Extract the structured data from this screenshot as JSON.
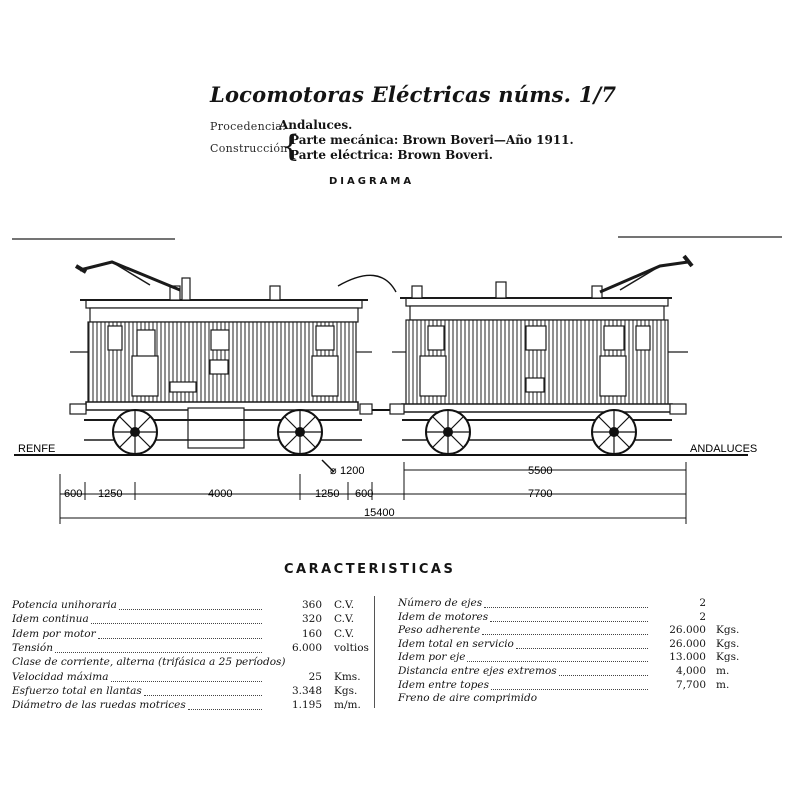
{
  "header": {
    "title": "Locomotoras Eléctricas núms. 1/7",
    "procedencia_label": "Procedencia:",
    "procedencia_value": "Andaluces.",
    "construccion_label": "Construcción",
    "parte_mecanica": "Parte mecánica: Brown Boveri—Año 1911.",
    "parte_electrica": "Parte eléctrica: Brown Boveri."
  },
  "diagram": {
    "heading": "DIAGRAMA",
    "label_left": "RENFE",
    "label_right": "ANDALUCES",
    "wheel_diameter": "1200",
    "dim_top": "5500",
    "dims_left": [
      "600",
      "1250",
      "4000",
      "1250",
      "600"
    ],
    "dim_right": "7700",
    "dim_total": "15400"
  },
  "characteristics": {
    "heading": "CARACTERISTICAS",
    "left": [
      {
        "label": "Potencia unihoraria",
        "value": "360",
        "unit": "C.V."
      },
      {
        "label": "Idem continua",
        "value": "320",
        "unit": "C.V."
      },
      {
        "label": "Idem por motor",
        "value": "160",
        "unit": "C.V."
      },
      {
        "label": "Tensión",
        "value": "6.000",
        "unit": "voltios"
      },
      {
        "label": "Clase de corriente, alterna (trifásica a 25 períodos)",
        "value": "",
        "unit": ""
      },
      {
        "label": "Velocidad máxima",
        "value": "25",
        "unit": "Kms."
      },
      {
        "label": "Esfuerzo total en llantas",
        "value": "3.348",
        "unit": "Kgs."
      },
      {
        "label": "Diámetro de las ruedas motrices",
        "value": "1.195",
        "unit": "m/m."
      }
    ],
    "right": [
      {
        "label": "Número de ejes",
        "value": "2",
        "unit": ""
      },
      {
        "label": "Idem de motores",
        "value": "2",
        "unit": ""
      },
      {
        "label": "Peso adherente",
        "value": "26.000",
        "unit": "Kgs."
      },
      {
        "label": "Idem total en servicio",
        "value": "26.000",
        "unit": "Kgs."
      },
      {
        "label": "Idem por eje",
        "value": "13.000",
        "unit": "Kgs."
      },
      {
        "label": "Distancia entre ejes extremos",
        "value": "4,000",
        "unit": "m."
      },
      {
        "label": "Idem entre topes",
        "value": "7,700",
        "unit": "m."
      },
      {
        "label": "Freno de aire comprimido",
        "value": "",
        "unit": ""
      }
    ]
  }
}
